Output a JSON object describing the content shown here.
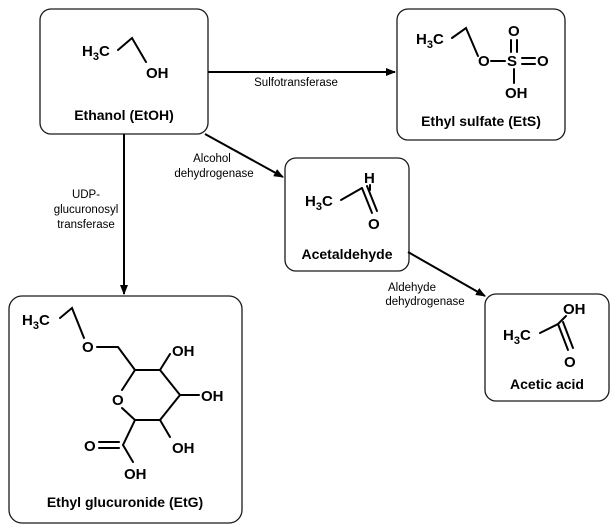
{
  "compounds": {
    "ethanol": {
      "name": "Ethanol (EtOH)",
      "ch3": "H",
      "ch3_sub": "3",
      "ch3_c": "C",
      "oh": "OH"
    },
    "ethyl_sulfate": {
      "name": "Ethyl sulfate (EtS)",
      "ch3": "H",
      "ch3_sub": "3",
      "ch3_c": "C",
      "o": "O",
      "s": "S",
      "o_top": "O",
      "o_right": "O",
      "oh": "OH"
    },
    "acetaldehyde": {
      "name": "Acetaldehyde",
      "ch3": "H",
      "ch3_sub": "3",
      "ch3_c": "C",
      "h": "H",
      "o": "O"
    },
    "acetic_acid": {
      "name": "Acetic acid",
      "ch3": "H",
      "ch3_sub": "3",
      "ch3_c": "C",
      "oh": "OH",
      "o": "O"
    },
    "ethyl_glucuronide": {
      "name": "Ethyl glucuronide (EtG)",
      "ch3": "H",
      "ch3_sub": "3",
      "ch3_c": "C",
      "o_ether": "O",
      "o_ring": "O",
      "oh1": "OH",
      "oh2": "OH",
      "oh3": "OH",
      "o_carbonyl": "O",
      "oh_acid": "OH"
    }
  },
  "enzymes": {
    "sulfotransferase": "Sulfotransferase",
    "adh_line1": "Alcohol",
    "adh_line2": "dehydrogenase",
    "ugt_line1": "UDP-",
    "ugt_line2": "glucuronosyl",
    "ugt_line3": "transferase",
    "aldh_line1": "Aldehyde",
    "aldh_line2": "dehydrogenase"
  }
}
